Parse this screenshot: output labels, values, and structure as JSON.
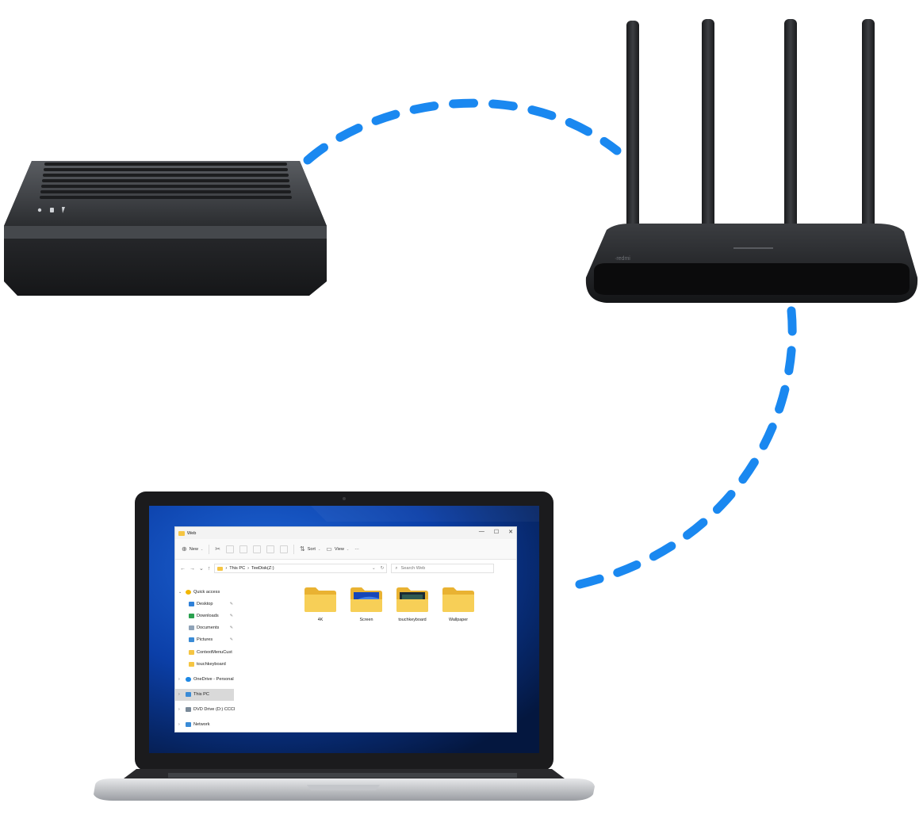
{
  "explorer": {
    "window_title": "Web",
    "controls": {
      "minimize": "—",
      "maximize": "☐",
      "close": "✕"
    },
    "toolbar": {
      "new_label": "New",
      "sort_label": "Sort",
      "view_label": "View",
      "more_label": "···"
    },
    "address": {
      "crumb1": "This PC",
      "separator": "›",
      "crumb2": "TeeDisk(Z:)"
    },
    "search": {
      "placeholder": "Search Web"
    },
    "nav": {
      "quick_access": "Quick access",
      "desktop": "Desktop",
      "downloads": "Downloads",
      "documents": "Documents",
      "pictures": "Pictures",
      "context_menu": "ContextMenuCust",
      "touchkeyboard": "touchkeyboard",
      "onedrive": "OneDrive - Personal",
      "this_pc": "This PC",
      "dvd_drive": "DVD Drive (D:) CCCl",
      "network": "Network"
    },
    "folders": [
      {
        "name": "4K",
        "preview": "none"
      },
      {
        "name": "Screen",
        "preview": "blue"
      },
      {
        "name": "touchkeyboard",
        "preview": "dark"
      },
      {
        "name": "Wallpaper",
        "preview": "none"
      }
    ]
  },
  "colors": {
    "link": "#1a88f0",
    "folder": "#f5c542",
    "desktop_blue": "#0b3fa8"
  }
}
